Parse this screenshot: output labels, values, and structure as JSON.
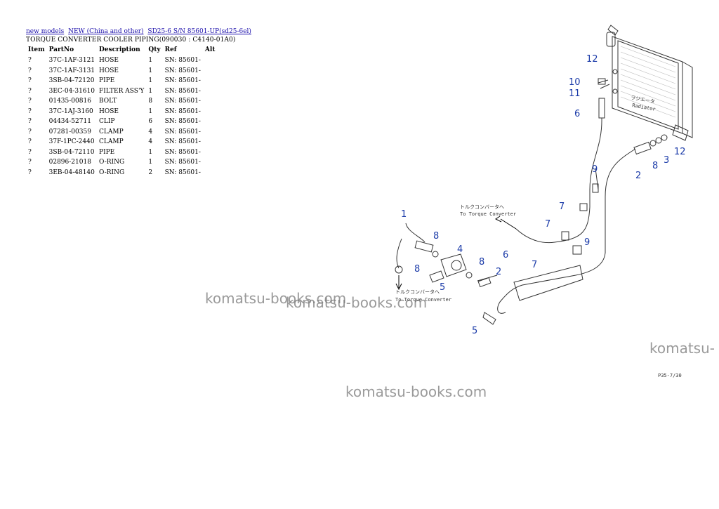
{
  "breadcrumb": {
    "links": [
      "new models",
      "NEW (China and other)",
      "SD25-6 S/N 85601-UP(sd25-6el)"
    ]
  },
  "title": "TORQUE CONVERTER COOLER PIPING(090030 : C4140-01A0)",
  "table": {
    "headers": [
      "Item",
      "PartNo",
      "Description",
      "Qty",
      "Ref",
      "Alt"
    ],
    "rows": [
      [
        "?",
        "37C-1AF-3121",
        "HOSE",
        "1",
        "SN: 85601-",
        ""
      ],
      [
        "?",
        "37C-1AF-3131",
        "HOSE",
        "1",
        "SN: 85601-",
        ""
      ],
      [
        "?",
        "3SB-04-72120",
        "PIPE",
        "1",
        "SN: 85601-",
        ""
      ],
      [
        "?",
        "3EC-04-31610",
        "FILTER ASS'Y",
        "1",
        "SN: 85601-",
        ""
      ],
      [
        "?",
        "01435-00816",
        "BOLT",
        "8",
        "SN: 85601-",
        ""
      ],
      [
        "?",
        "37C-1AJ-3160",
        "HOSE",
        "1",
        "SN: 85601-",
        ""
      ],
      [
        "?",
        "04434-52711",
        "CLIP",
        "6",
        "SN: 85601-",
        ""
      ],
      [
        "?",
        "07281-00359",
        "CLAMP",
        "4",
        "SN: 85601-",
        ""
      ],
      [
        "?",
        "37F-1PC-2440",
        "CLAMP",
        "4",
        "SN: 85601-",
        ""
      ],
      [
        "?",
        "3SB-04-72110",
        "PIPE",
        "1",
        "SN: 85601-",
        ""
      ],
      [
        "?",
        "02896-21018",
        "O-RING",
        "1",
        "SN: 85601-",
        ""
      ],
      [
        "?",
        "3EB-04-48140",
        "O-RING",
        "2",
        "SN: 85601-",
        ""
      ]
    ]
  },
  "diagram": {
    "callouts": [
      "12",
      "10",
      "11",
      "6",
      "2",
      "8",
      "3",
      "12",
      "9",
      "7",
      "7",
      "6",
      "9",
      "7",
      "8",
      "1",
      "4",
      "8",
      "5",
      "8",
      "2",
      "5"
    ],
    "labels": {
      "radiator_jp": "ラジエータ",
      "radiator_en": "Radiator",
      "to_converter_jp": "トルクコンバータへ",
      "to_converter_en": "To Torque Converter",
      "to_converter_jp_2": "トルクコンバータへ",
      "to_converter_en_2": "To Torque Converter",
      "page_code": "P35-7/30"
    },
    "callout_color": "#1a3aa8"
  },
  "watermarks": [
    "komatsu-books.com",
    "komatsu-books.com",
    "komatsu-books.com",
    "komatsu-"
  ]
}
